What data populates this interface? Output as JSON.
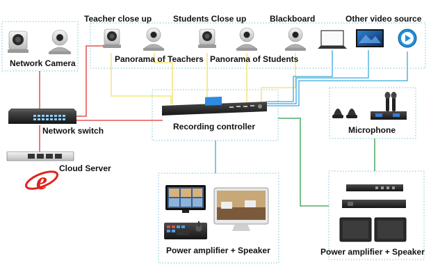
{
  "labels": {
    "network_camera": "Network Camera",
    "teacher_close_up": "Teacher close up",
    "students_close_up": "Students Close up",
    "blackboard": "Blackboard",
    "other_video_source": "Other video source",
    "panorama_teachers": "Panorama of Teachers",
    "panorama_students": "Panorama of Students",
    "network_switch": "Network switch",
    "recording_controller": "Recording controller",
    "microphone": "Microphone",
    "cloud_server": "Cloud Server",
    "power_amp_speaker_left": "Power amplifier + Speaker",
    "power_amp_speaker_right": "Power amplifier + Speaker"
  },
  "logo_text": "e",
  "colors": {
    "network_line": "#e23030",
    "video_line": "#f0e060",
    "source_line": "#3aa8e0",
    "audio_line": "#2c9c4a",
    "frame": "#6ec3d8",
    "cloud_logo": "#e3201b"
  }
}
